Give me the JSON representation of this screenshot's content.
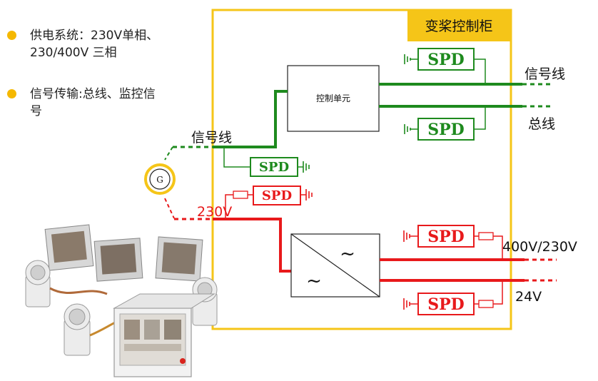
{
  "bullets": [
    "供电系统：230V单相、\n230/400V 三相",
    "信号传输:总线、监控信\n号"
  ],
  "cabinet": {
    "title": "变桨控制柜"
  },
  "control_unit": {
    "label": "控制单元"
  },
  "generator": {
    "label": "G"
  },
  "spd": {
    "label": "SPD"
  },
  "labels": {
    "signal_line_left": "信号线",
    "signal_line_right": "信号线",
    "bus": "总线",
    "v230": "230V",
    "v400_230": "400V/230V",
    "v24": "24V"
  },
  "converter": {
    "symbol_top": "~",
    "symbol_bottom": "~"
  },
  "photo": {
    "icon": "pitch-control-equipment-photo"
  },
  "colors": {
    "frame": "#f5c518",
    "green": "#1e8a1e",
    "red": "#e8191b",
    "title_bg": "#f5c518",
    "bullet": "#f5b800"
  }
}
